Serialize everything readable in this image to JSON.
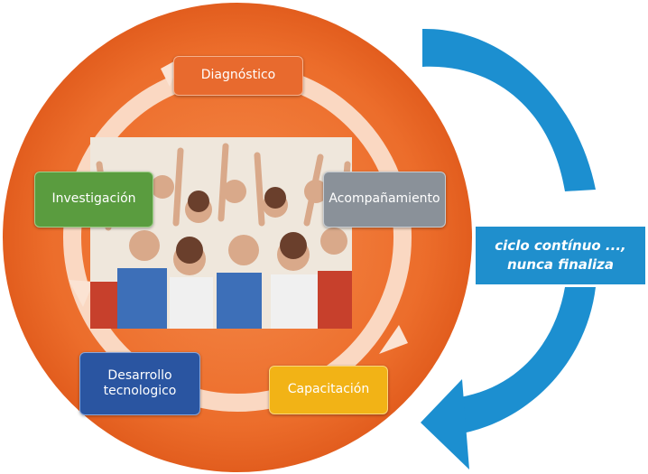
{
  "diagram": {
    "stages": {
      "diagnostico": "Diagnóstico",
      "acompanamiento": "Acompañamiento",
      "capacitacion": "Capacitación",
      "desarrollo_line1": "Desarrollo",
      "desarrollo_line2": "tecnologico",
      "investigacion": "Investigación"
    },
    "cycle_note": {
      "line1": "ciclo contínuo ...,",
      "line2": "nunca finaliza"
    }
  }
}
